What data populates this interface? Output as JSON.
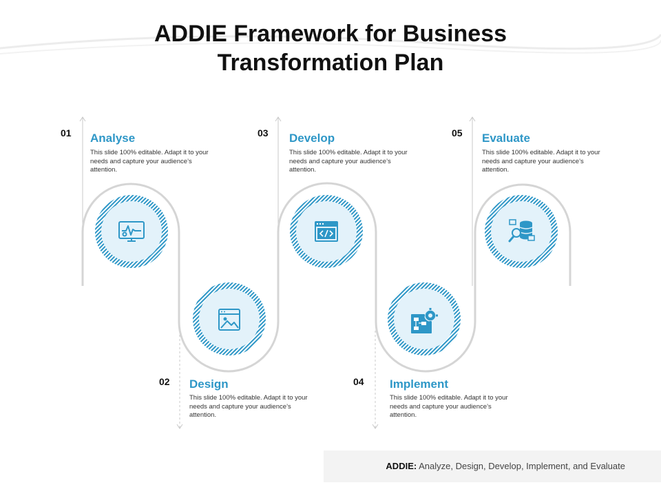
{
  "title": {
    "line1": "ADDIE Framework for Business",
    "line2": "Transformation Plan"
  },
  "steps": [
    {
      "number": "01",
      "name": "Analyse",
      "description": "This slide 100% editable. Adapt it to your needs and capture your audience’s attention.",
      "icon": "monitor-heartbeat-icon"
    },
    {
      "number": "02",
      "name": "Design",
      "description": "This slide 100% editable. Adapt it to your needs and capture your audience’s attention.",
      "icon": "image-window-icon"
    },
    {
      "number": "03",
      "name": "Develop",
      "description": "This slide 100% editable. Adapt it to your needs and capture your audience’s attention.",
      "icon": "code-window-icon"
    },
    {
      "number": "04",
      "name": "Implement",
      "description": "This slide 100% editable. Adapt it to your needs and capture your audience’s attention.",
      "icon": "flowchart-gear-icon"
    },
    {
      "number": "05",
      "name": "Evaluate",
      "description": "This slide 100% editable. Adapt it to your needs and capture your audience’s attention.",
      "icon": "database-search-icon"
    }
  ],
  "footer": {
    "label": "ADDIE:",
    "text": " Analyze, Design, Develop, Implement, and Evaluate"
  },
  "colors": {
    "accent": "#2e97c7",
    "circle_fill": "#e3f2fa",
    "path": "#d5d5d5"
  }
}
